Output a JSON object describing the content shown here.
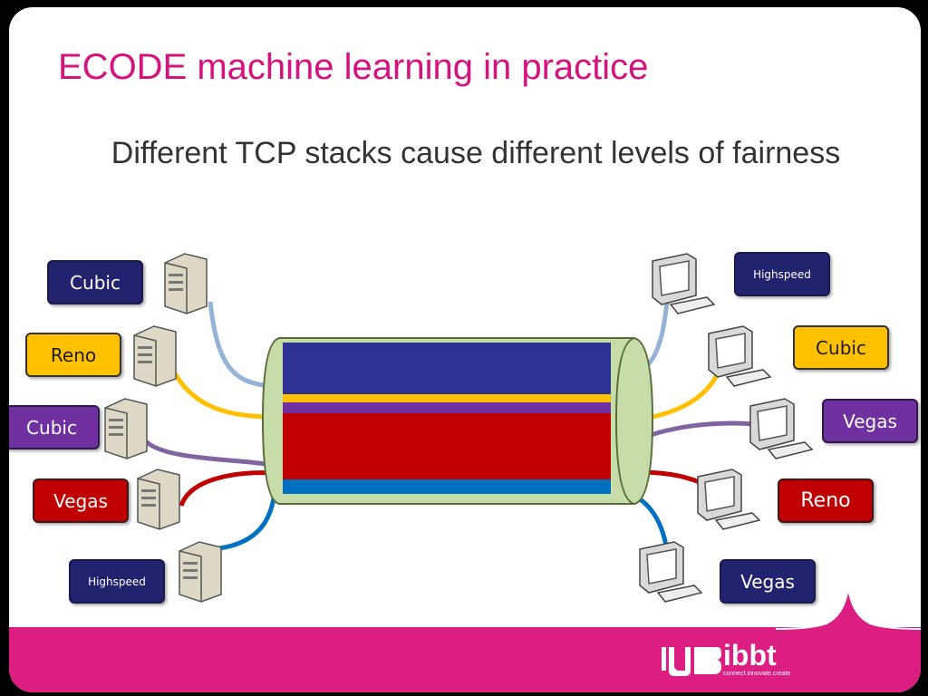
{
  "title": "ECODE machine learning in practice",
  "subtitle": "Different TCP stacks cause different levels of fairness",
  "left_labels": [
    "Cubic",
    "Reno",
    "Cubic",
    "Vegas",
    "Highspeed"
  ],
  "right_labels": [
    "Highspeed",
    "Cubic",
    "Vegas",
    "Reno",
    "Vegas"
  ],
  "logo": {
    "text": "ibbt",
    "tagline": "connect.innovate.create"
  },
  "colors": {
    "accent": "#d6127f",
    "navy": "#22226e",
    "yellow": "#ffc000",
    "purple": "#7030a0",
    "red": "#c00000",
    "blue": "#0070c0"
  }
}
